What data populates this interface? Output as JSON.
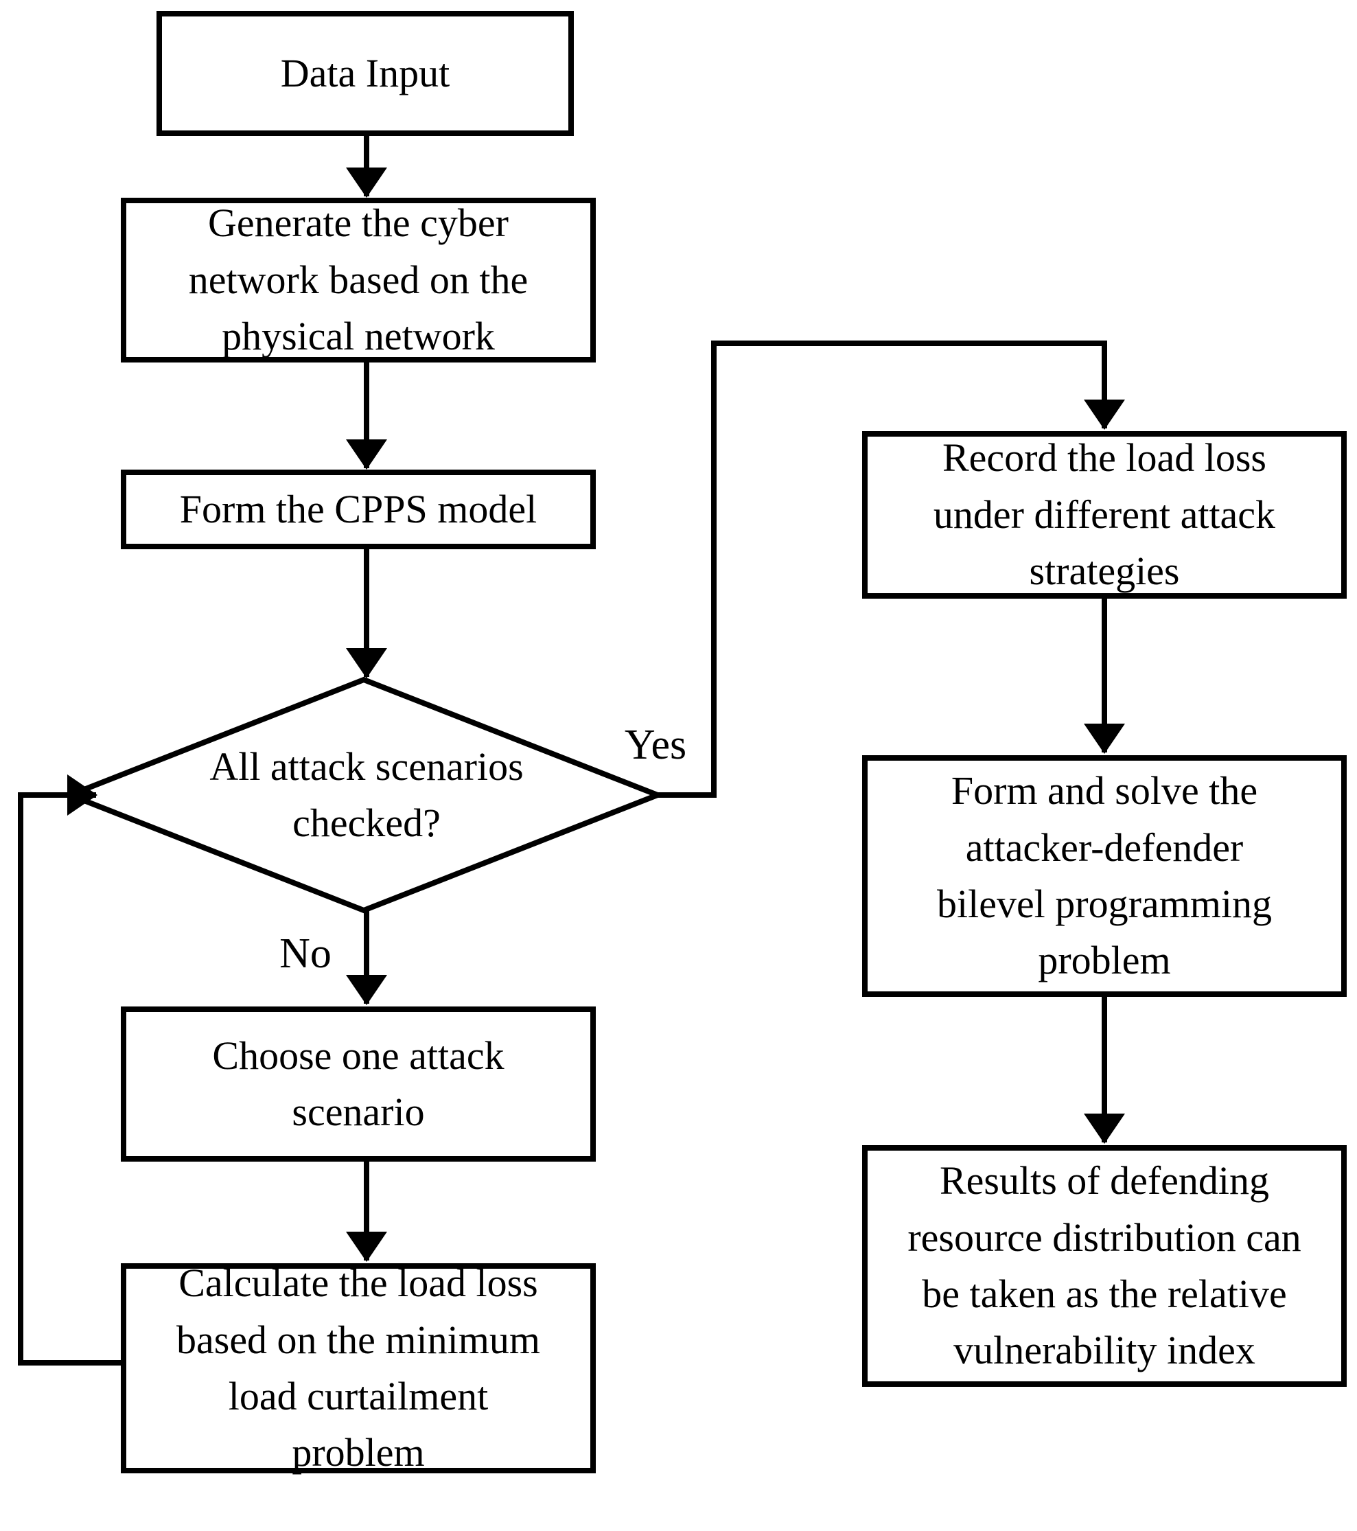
{
  "figure": {
    "type": "flowchart",
    "colors": {
      "line": "#000000",
      "background": "#ffffff",
      "box_fill": "#ffffff",
      "text": "#000000"
    },
    "nodes": {
      "data_input": {
        "shape": "rect",
        "label": "Data Input"
      },
      "generate": {
        "shape": "rect",
        "label": "Generate the cyber\nnetwork based on the\nphysical network"
      },
      "form_cpps": {
        "shape": "rect",
        "label": "Form the CPPS model"
      },
      "decision": {
        "shape": "diamond",
        "label": "All attack scenarios\nchecked?"
      },
      "choose": {
        "shape": "rect",
        "label": "Choose one attack\nscenario"
      },
      "calculate": {
        "shape": "rect",
        "label": "Calculate the load loss\nbased on the minimum\nload curtailment\nproblem"
      },
      "record": {
        "shape": "rect",
        "label": "Record the load loss\nunder different attack\nstrategies"
      },
      "form_solve": {
        "shape": "rect",
        "label": "Form and solve the\nattacker-defender\nbilevel programming\nproblem"
      },
      "results": {
        "shape": "rect",
        "label": "Results of defending\nresource distribution can\nbe taken as the relative\nvulnerability index"
      }
    },
    "edges": {
      "data_to_generate": {
        "from": "data_input",
        "to": "generate",
        "label": ""
      },
      "generate_to_form": {
        "from": "generate",
        "to": "form_cpps",
        "label": ""
      },
      "form_to_decision": {
        "from": "form_cpps",
        "to": "decision",
        "label": ""
      },
      "decision_no_to_choose": {
        "from": "decision",
        "to": "choose",
        "label": "No"
      },
      "choose_to_calculate": {
        "from": "choose",
        "to": "calculate",
        "label": ""
      },
      "calculate_loop_to_decision": {
        "from": "calculate",
        "to": "decision",
        "label": ""
      },
      "decision_yes_to_record": {
        "from": "decision",
        "to": "record",
        "label": "Yes"
      },
      "record_to_form_solve": {
        "from": "record",
        "to": "form_solve",
        "label": ""
      },
      "form_solve_to_results": {
        "from": "form_solve",
        "to": "results",
        "label": ""
      }
    },
    "branch_labels": {
      "yes": "Yes",
      "no": "No"
    }
  }
}
